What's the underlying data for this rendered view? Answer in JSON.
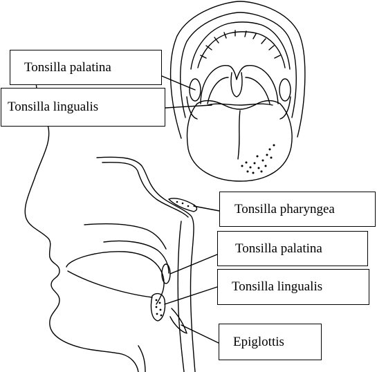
{
  "labels": {
    "top_palatina": "Tonsilla palatina",
    "top_lingualis": "Tonsilla lingualis",
    "pharyngea": "Tonsilla pharyngea",
    "palatina": "Tonsilla palatina",
    "lingualis": "Tonsilla lingualis",
    "epiglottis": "Epiglottis"
  },
  "colors": {
    "line": "#000000",
    "background": "#ffffff"
  }
}
